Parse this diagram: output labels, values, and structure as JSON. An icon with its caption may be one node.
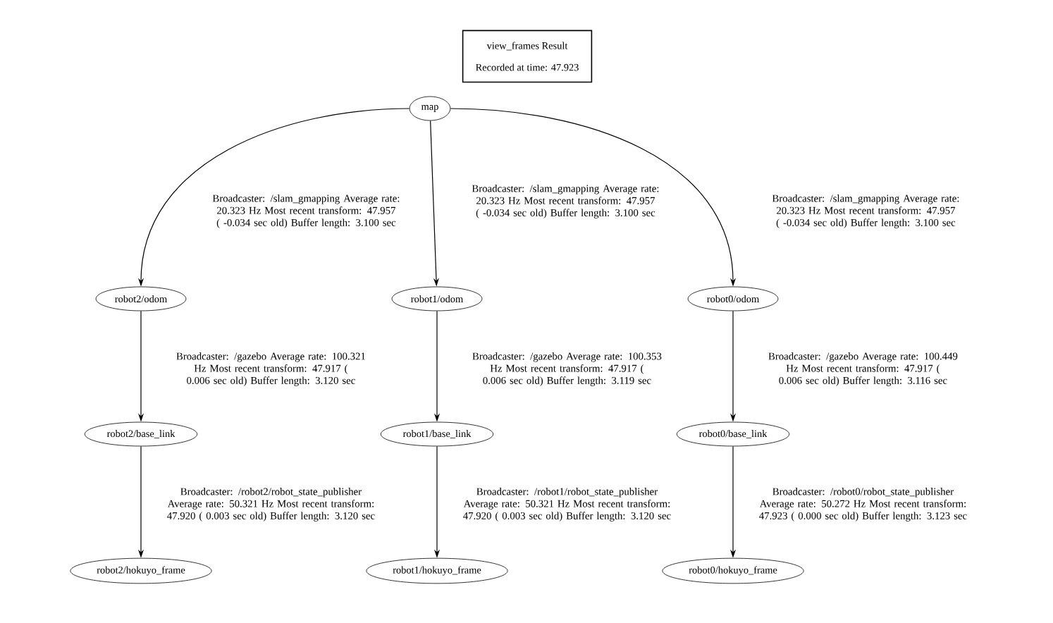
{
  "diagram": {
    "nodes": [
      {
        "text": [
          "view_frames Result",
          "Recorded at time: 47.923"
        ]
      },
      {
        "text": [
          "map"
        ]
      },
      {
        "text": [
          "robot2/odom"
        ]
      },
      {
        "text": [
          "robot1/odom"
        ]
      },
      {
        "text": [
          "robot0/odom"
        ]
      },
      {
        "text": [
          "robot2/base_link"
        ]
      },
      {
        "text": [
          "robot1/base_link"
        ]
      },
      {
        "text": [
          "robot0/base_link"
        ]
      },
      {
        "text": [
          "robot2/hokuyo_frame"
        ]
      },
      {
        "text": [
          "robot1/hokuyo_frame"
        ]
      },
      {
        "text": [
          "robot0/hokuyo_frame"
        ]
      }
    ],
    "edges": [
      {
        "from": 1,
        "to": 2,
        "arrow": "to",
        "label": "Broadcaster: /slam_gmapping Average rate: 20.323 Hz Most recent transform: 47.957 ( -0.034 sec old) Buffer length: 3.100 sec"
      },
      {
        "from": 1,
        "to": 3,
        "arrow": "to",
        "label": "Broadcaster: /slam_gmapping Average rate: 20.323 Hz Most recent transform: 47.957 ( -0.034 sec old) Buffer length: 3.100 sec"
      },
      {
        "from": 1,
        "to": 4,
        "arrow": "to",
        "label": "Broadcaster: /slam_gmapping Average rate: 20.323 Hz Most recent transform: 47.957 ( -0.034 sec old) Buffer length: 3.100 sec"
      },
      {
        "from": 2,
        "to": 5,
        "arrow": "to",
        "label": "Broadcaster: /gazebo Average rate: 100.321 Hz Most recent transform: 47.917 ( 0.006 sec old) Buffer length: 3.120 sec"
      },
      {
        "from": 3,
        "to": 6,
        "arrow": "to",
        "label": "Broadcaster: /gazebo Average rate: 100.353 Hz Most recent transform: 47.917 ( 0.006 sec old) Buffer length: 3.119 sec"
      },
      {
        "from": 4,
        "to": 7,
        "arrow": "to",
        "label": "Broadcaster: /gazebo Average rate: 100.449 Hz Most recent transform: 47.917 ( 0.006 sec old) Buffer length: 3.116 sec"
      },
      {
        "from": 5,
        "to": 8,
        "arrow": "to",
        "label": "Broadcaster: /robot2/robot_state_publisher Average rate: 50.321 Hz Most recent transform: 47.920 ( 0.003 sec old) Buffer length: 3.120 sec"
      },
      {
        "from": 6,
        "to": 9,
        "arrow": "to",
        "label": "Broadcaster: /robot1/robot_state_publisher Average rate: 50.321 Hz Most recent transform: 47.920 ( 0.003 sec old) Buffer length: 3.120 sec"
      },
      {
        "from": 7,
        "to": 10,
        "arrow": "to",
        "label": "Broadcaster: /robot0/robot_state_publisher Average rate: 50.272 Hz Most recent transform: 47.923 ( 0.000 sec old) Buffer length: 3.123 sec"
      }
    ]
  }
}
